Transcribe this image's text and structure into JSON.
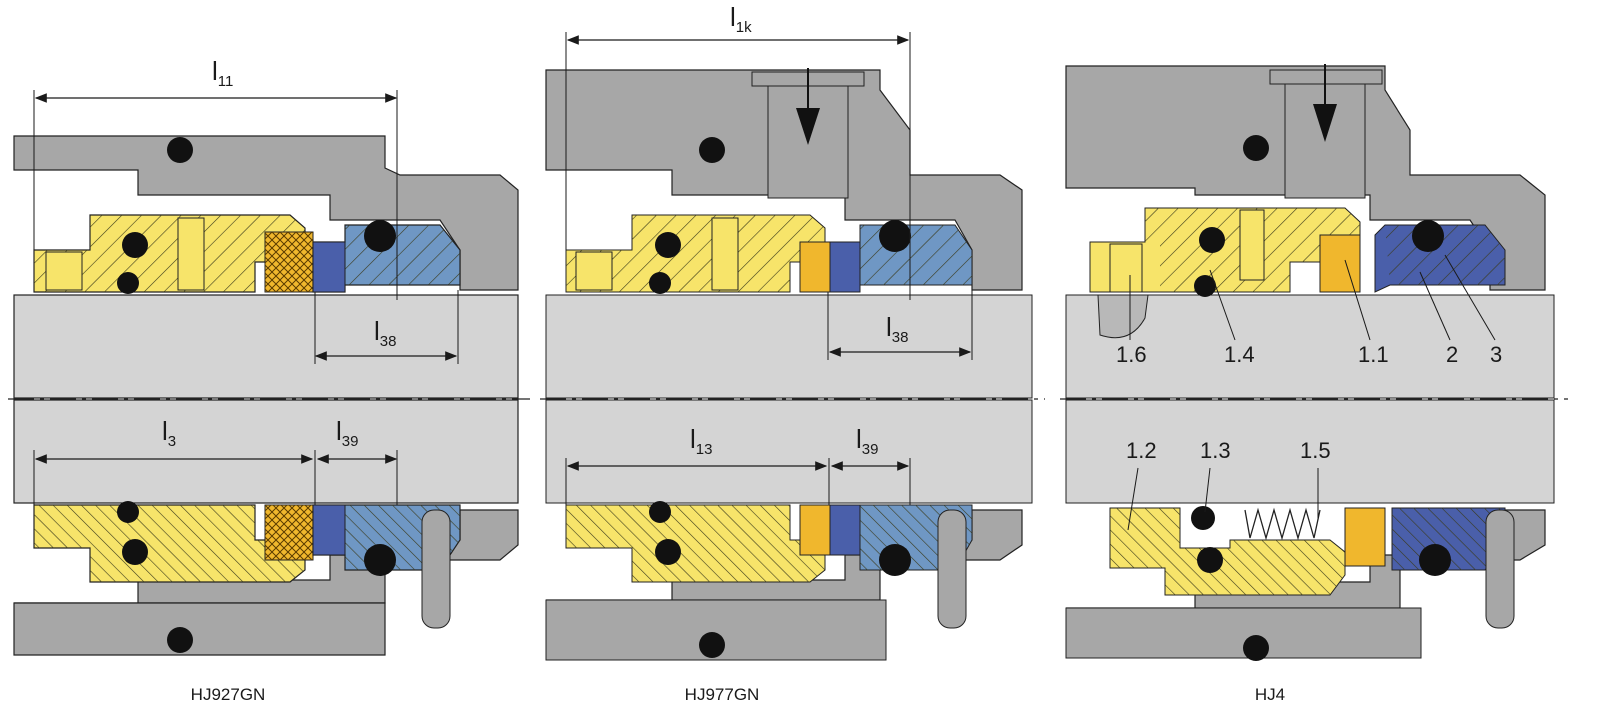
{
  "diagrams": [
    {
      "caption": "HJ927GN",
      "dims": {
        "top": "l11",
        "mid": "l38",
        "bl": "l3",
        "br": "l39"
      },
      "dims_main": {
        "top": "l",
        "mid": "l",
        "bl": "l",
        "br": "l"
      },
      "dims_sub": {
        "top": "11",
        "mid": "38",
        "bl": "3",
        "br": "39"
      }
    },
    {
      "caption": "HJ977GN",
      "dims": {
        "top": "l1k",
        "mid": "l38",
        "bl": "l13",
        "br": "l39"
      },
      "dims_main": {
        "top": "l",
        "mid": "l",
        "bl": "l",
        "br": "l"
      },
      "dims_sub": {
        "top": "1k",
        "mid": "38",
        "bl": "13",
        "br": "39"
      }
    },
    {
      "caption": "HJ4",
      "part_labels": [
        "1.6",
        "1.4",
        "1.1",
        "2",
        "3",
        "1.2",
        "1.3",
        "1.5"
      ]
    }
  ],
  "colors": {
    "housing": "#a7a7a7",
    "shaft": "#d4d4d4",
    "rotating_parts": "#f7e46a",
    "seal_face_hatched": "#f0b72d",
    "seat_blue": "#6f97c4",
    "seat_dark": "#4a5faa",
    "o_ring": "#111111"
  }
}
